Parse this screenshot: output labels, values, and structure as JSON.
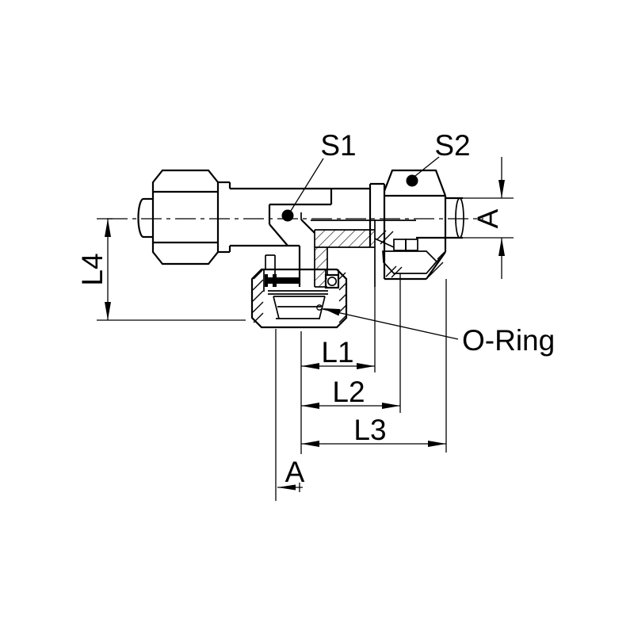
{
  "diagram": {
    "type": "technical-drawing",
    "subject": "tee tube fitting cross-section with swivel nuts and O-ring seal",
    "labels": {
      "s1": "S1",
      "s2": "S2",
      "l1": "L1",
      "l2": "L2",
      "l3": "L3",
      "l4": "L4",
      "a_right": "A",
      "a_bottom": "A",
      "o_ring": "O-Ring"
    },
    "colors": {
      "line": "#000000",
      "background": "#ffffff"
    }
  }
}
